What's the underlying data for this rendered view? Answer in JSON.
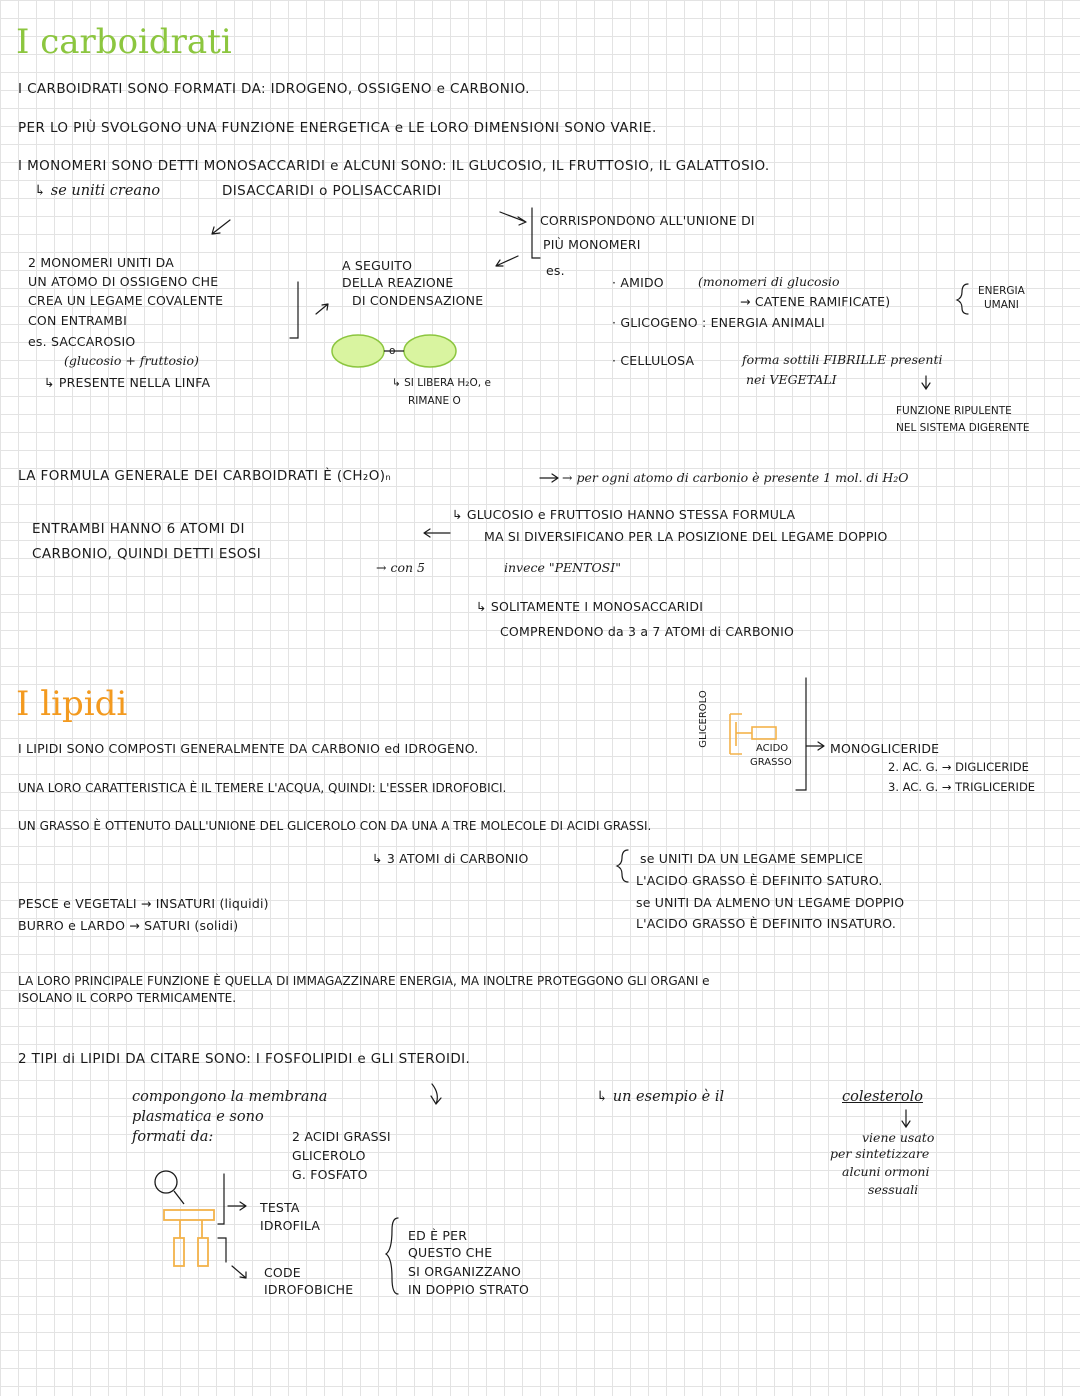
{
  "carbo": {
    "title": "I carboidrati",
    "title_color": "#8cc63f",
    "l1": "I CARBOIDRATI SONO FORMATI DA: IDROGENO, OSSIGENO e CARBONIO.",
    "l2": "PER LO PIÙ SVOLGONO UNA FUNZIONE ENERGETICA e LE LORO DIMENSIONI SONO VARIE.",
    "l3": "I MONOMERI SONO DETTI MONOSACCARIDI e ALCUNI SONO: IL GLUCOSIO, IL FRUTTOSIO, IL GALATTOSIO.",
    "l4a": "↳ se uniti creano",
    "l4b": "DISACCARIDI o POLISACCARIDI",
    "di_1": "2 MONOMERI UNITI DA",
    "di_2": "UN ATOMO DI OSSIGENO CHE",
    "di_3": "CREA UN LEGAME COVALENTE",
    "di_4": "CON ENTRAMBI",
    "di_5": "es. SACCAROSIO",
    "di_6": "(glucosio + fruttosio)",
    "di_7": "↳ PRESENTE NELLA LINFA",
    "cond_1": "A SEGUITO",
    "cond_2": "DELLA REAZIONE",
    "cond_3": "DI CONDENSAZIONE",
    "cond_4": "↳ SI LIBERA H₂O, e",
    "cond_5": "RIMANE O",
    "bond_label": "o",
    "poly_1": "CORRISPONDONO ALL'UNIONE DI",
    "poly_2": "PIÙ MONOMERI",
    "poly_es": "es.",
    "amido_a": "· AMIDO",
    "amido_b": "(monomeri di glucosio",
    "amido_c": "→ CATENE RAMIFICATE)",
    "energia_1": "ENERGIA",
    "energia_2": "UMANI",
    "glicogeno": "· GLICOGENO : ENERGIA ANIMALI",
    "cell_a": "· CELLULOSA",
    "cell_b": "forma sottili FIBRILLE presenti",
    "cell_c": "nei VEGETALI",
    "cell_d": "FUNZIONE RIPULENTE",
    "cell_e": "NEL SISTEMA DIGERENTE",
    "f1": "LA FORMULA GENERALE DEI CARBOIDRATI È (CH₂O)ₙ",
    "f2": "→ per ogni atomo di carbonio è presente 1 mol. di H₂O",
    "g1": "↳ GLUCOSIO e FRUTTOSIO HANNO STESSA FORMULA",
    "g2": "MA SI DIVERSIFICANO PER LA POSIZIONE DEL LEGAME DOPPIO",
    "e1": "ENTRAMBI HANNO 6 ATOMI DI",
    "e2": "CARBONIO, QUINDI DETTI ESOSI",
    "p1a": "→ con 5",
    "p1b": "invece \"PENTOSI\"",
    "s1": "↳ SOLITAMENTE I MONOSACCARIDI",
    "s2": "COMPRENDONO da 3 a 7 ATOMI di CARBONIO"
  },
  "lipidi": {
    "title": "I lipidi",
    "title_color": "#f39a1f",
    "l1": "I LIPIDI SONO COMPOSTI GENERALMENTE DA CARBONIO ed IDROGENO.",
    "l2": "UNA LORO CARATTERISTICA È IL TEMERE L'ACQUA, QUINDI: L'ESSER IDROFOBICI.",
    "l3": "UN GRASSO È OTTENUTO DALL'UNIONE DEL GLICEROLO CON DA UNA A TRE MOLECOLE DI ACIDI GRASSI.",
    "glic_label": "GLICEROLO",
    "acido_1": "ACIDO",
    "acido_2": "GRASSO",
    "mono": "MONOGLICERIDE",
    "digli": "2. AC. G. → DIGLICERIDE",
    "trigli": "3. AC. G. → TRIGLICERIDE",
    "c3": "↳ 3 ATOMI di CARBONIO",
    "sat_1": "se UNITI DA UN LEGAME SEMPLICE",
    "sat_2": "L'ACIDO GRASSO È DEFINITO SATURO.",
    "ins_1": "se UNITI DA ALMENO UN LEGAME DOPPIO",
    "ins_2": "L'ACIDO GRASSO È DEFINITO INSATURO.",
    "pesce": "PESCE e VEGETALI → INSATURI (liquidi)",
    "burro": "BURRO e LARDO → SATURI (solidi)",
    "fun_1": "LA LORO PRINCIPALE FUNZIONE È QUELLA DI IMMAGAZZINARE ENERGIA, MA INOLTRE PROTEGGONO GLI ORGANI e",
    "fun_2": "ISOLANO IL CORPO TERMICAMENTE.",
    "tipi": "2 TIPI di LIPIDI DA CITARE SONO: I FOSFOLIPIDI e GLI STEROIDI.",
    "fos_1": "compongono la membrana",
    "fos_2": "plasmatica e sono",
    "fos_3a": "formati da:",
    "fos_3b": "2 ACIDI GRASSI",
    "fos_4": "GLICEROLO",
    "fos_5": "G. FOSFATO",
    "testa_1": "TESTA",
    "testa_2": "IDROFILA",
    "code_1": "CODE",
    "code_2": "IDROFOBICHE",
    "dop_1": "ED È PER",
    "dop_2": "QUESTO CHE",
    "dop_3": "SI ORGANIZZANO",
    "dop_4": "IN DOPPIO STRATO",
    "ster_a": "↳ un esempio è il",
    "ster_b": "colesterolo",
    "ster_1": "viene usato",
    "ster_2": "per sintetizzare",
    "ster_3": "alcuni ormoni",
    "ster_4": "sessuali"
  },
  "colors": {
    "green": "#8cc63f",
    "orange": "#f39a1f",
    "lime": "#c9ec7a"
  }
}
